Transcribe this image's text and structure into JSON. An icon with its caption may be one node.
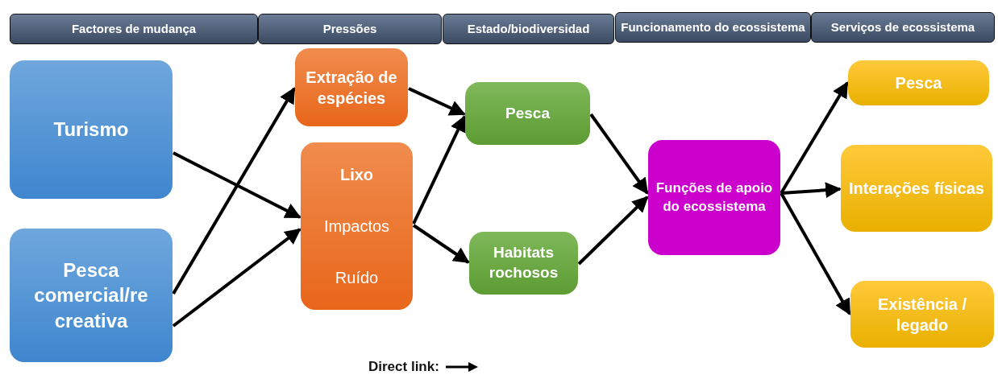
{
  "diagram": {
    "nodes": [
      {
        "text": [
          "Factores de mudança"
        ]
      },
      {
        "text": [
          "Pressões"
        ]
      },
      {
        "text": [
          "Estado/biodiversidad"
        ]
      },
      {
        "text": [
          "Funcionamento do ecossistema"
        ]
      },
      {
        "text": [
          "Serviços de ecossistema"
        ]
      },
      {
        "text": [
          "Turismo"
        ]
      },
      {
        "text": [
          "Pesca comercial/re creativa"
        ]
      },
      {
        "text": [
          "Extração de espécies"
        ]
      },
      {
        "text": [
          "Lixo",
          "Impactos",
          "Ruído"
        ]
      },
      {
        "text": [
          "Pesca"
        ]
      },
      {
        "text": [
          "Habitats rochosos"
        ]
      },
      {
        "text": [
          "Funções de apoio do ecossistema"
        ]
      },
      {
        "text": [
          "Pesca"
        ]
      },
      {
        "text": [
          "Interações físicas"
        ]
      },
      {
        "text": [
          "Existência / legado"
        ]
      }
    ],
    "edges": [
      {
        "from": 5,
        "to": 8,
        "arrow": "to"
      },
      {
        "from": 6,
        "to": 7,
        "arrow": "to"
      },
      {
        "from": 6,
        "to": 8,
        "arrow": "to"
      },
      {
        "from": 7,
        "to": 9,
        "arrow": "to"
      },
      {
        "from": 8,
        "to": 9,
        "arrow": "to"
      },
      {
        "from": 8,
        "to": 10,
        "arrow": "to"
      },
      {
        "from": 9,
        "to": 11,
        "arrow": "to"
      },
      {
        "from": 10,
        "to": 11,
        "arrow": "to"
      },
      {
        "from": 11,
        "to": 12,
        "arrow": "to"
      },
      {
        "from": 11,
        "to": 13,
        "arrow": "to"
      },
      {
        "from": 11,
        "to": 14,
        "arrow": "to"
      }
    ],
    "legend": [
      {
        "text": "Direct link:"
      }
    ]
  }
}
